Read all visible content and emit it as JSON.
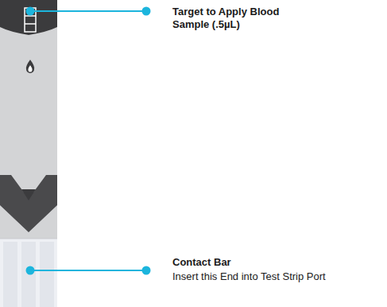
{
  "diagram": {
    "labels": [
      "Target to Apply Blood Sample (.5µL)",
      "Contact Bar",
      "Insert this End into Test Strip Port"
    ]
  }
}
